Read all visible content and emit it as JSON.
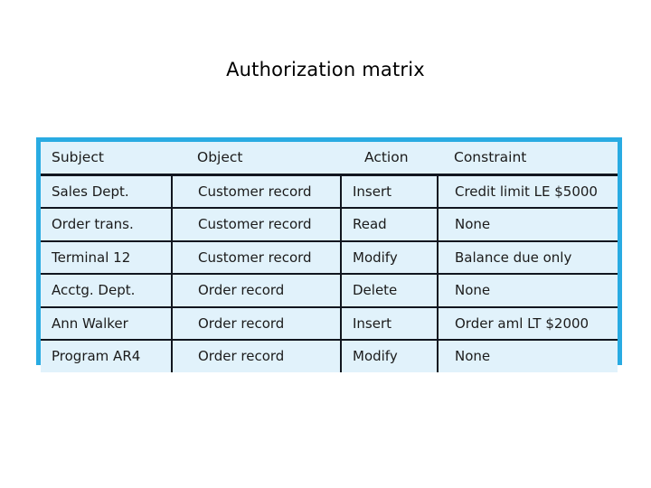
{
  "slide": {
    "title": "Authorization matrix",
    "background_color": "#FFFFFF"
  },
  "matrix": {
    "border_color": "#29ABE2",
    "cell_fill_color": "#E1F2FB",
    "rule_color": "#11161F",
    "text_color": "#1B1B1B",
    "columns": [
      "Subject",
      "Object",
      "Action",
      "Constraint"
    ],
    "rows": [
      {
        "subject": "Sales Dept.",
        "object": "Customer record",
        "action": "Insert",
        "constraint": "Credit limit LE $5000"
      },
      {
        "subject": "Order trans.",
        "object": "Customer record",
        "action": "Read",
        "constraint": "None"
      },
      {
        "subject": "Terminal 12",
        "object": "Customer record",
        "action": "Modify",
        "constraint": "Balance due only"
      },
      {
        "subject": "Acctg. Dept.",
        "object": "Order record",
        "action": "Delete",
        "constraint": "None"
      },
      {
        "subject": "Ann Walker",
        "object": "Order record",
        "action": "Insert",
        "constraint": "Order aml LT $2000"
      },
      {
        "subject": "Program AR4",
        "object": "Order record",
        "action": "Modify",
        "constraint": "None"
      }
    ]
  }
}
